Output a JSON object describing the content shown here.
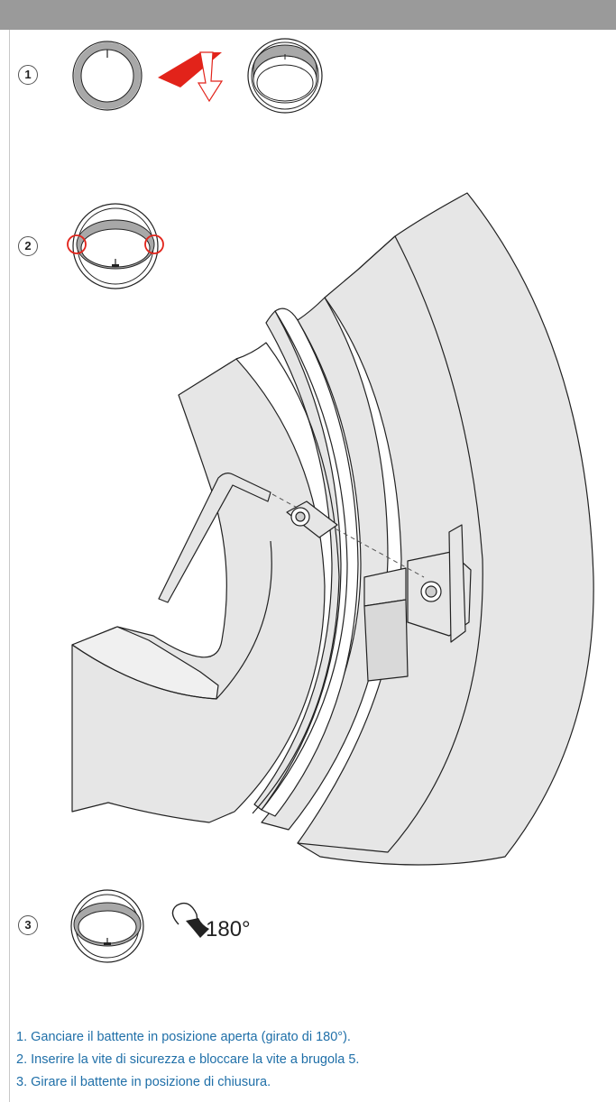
{
  "steps": [
    {
      "number": "1"
    },
    {
      "number": "2"
    },
    {
      "number": "3"
    }
  ],
  "rotation": {
    "angle_label": "180°"
  },
  "instructions": [
    "1. Ganciare il battente in posizione aperta (girato di 180°).",
    "2. Inserire la vite di sicurezza e bloccare la vite a brugola 5.",
    "3. Girare il battente in posizione di chiusura."
  ],
  "colors": {
    "header_bar": "#9a9a9a",
    "accent_red": "#e2231a",
    "ring_grey": "#a8a8a8",
    "body_grey": "#e6e6e6",
    "instruction_text": "#1f6fa8"
  }
}
